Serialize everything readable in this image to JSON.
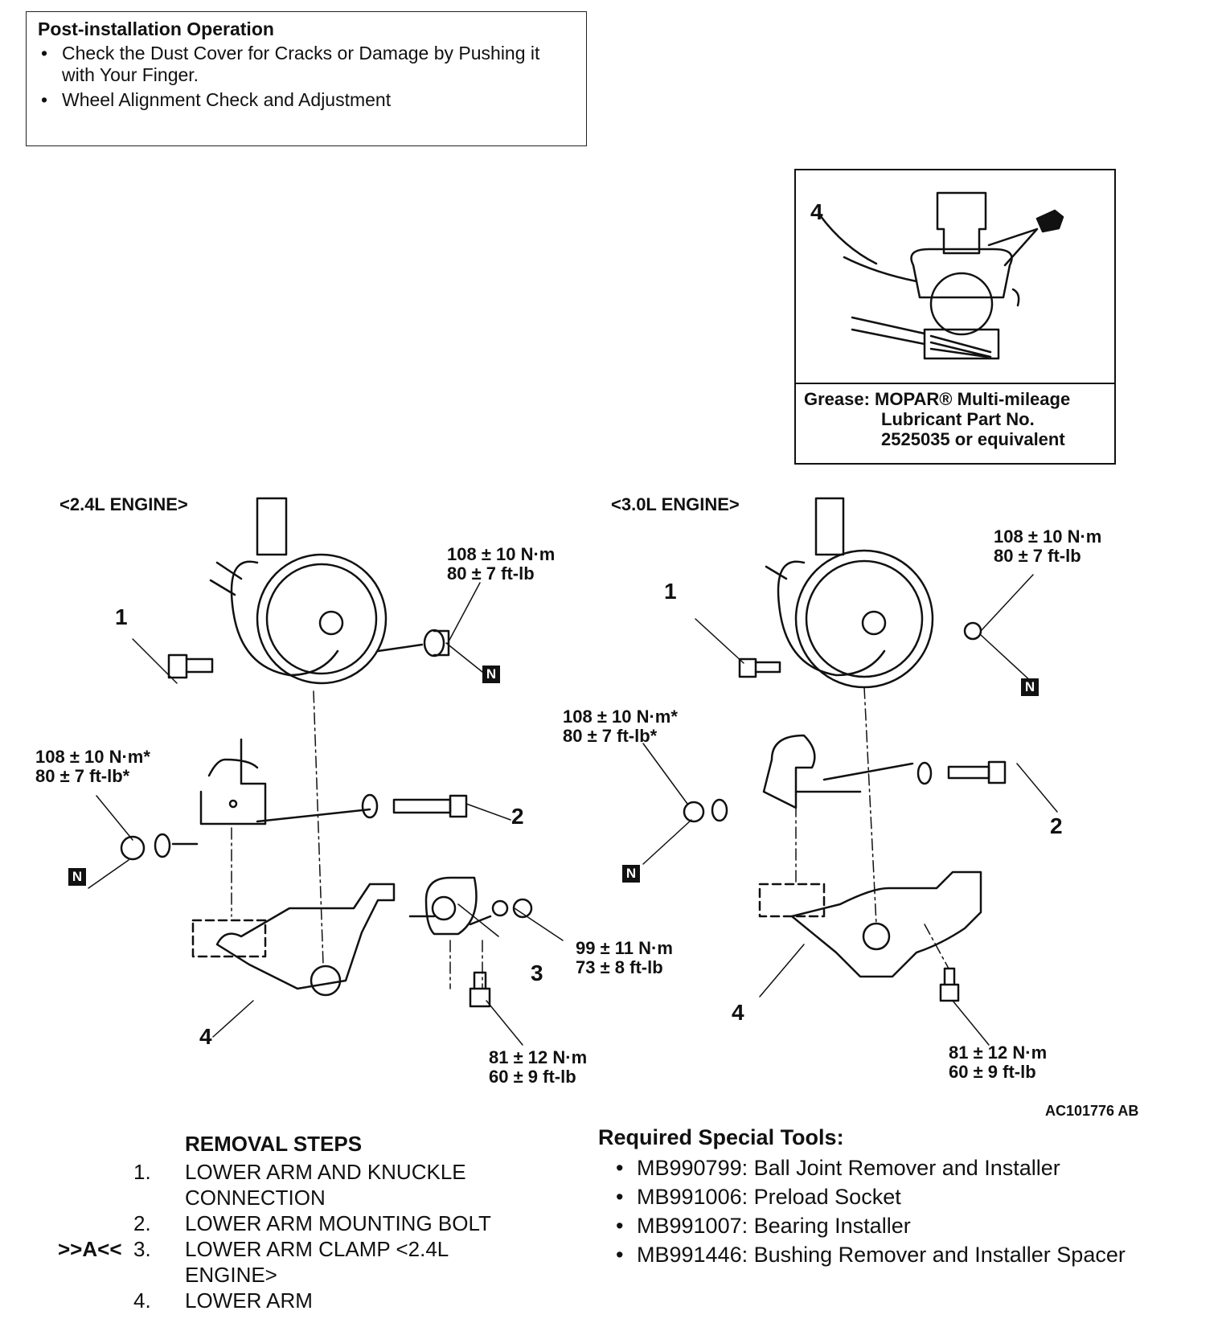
{
  "post_installation": {
    "title": "Post-installation Operation",
    "items": [
      "Check the Dust Cover for Cracks or Damage by Pushing it with Your Finger.",
      "Wheel Alignment Check and Adjustment"
    ]
  },
  "grease_box": {
    "callout": "4",
    "line1": "Grease: MOPAR® Multi-mileage",
    "line2": "Lubricant Part No.",
    "line3": "2525035 or equivalent"
  },
  "left_diagram": {
    "title": "<2.4L ENGINE>",
    "callouts": [
      "1",
      "2",
      "3",
      "4"
    ],
    "torque_top": [
      "108 ± 10 N·m",
      "80 ± 7 ft-lb"
    ],
    "torque_left": [
      "108 ± 10 N·m*",
      "80 ± 7 ft-lb*"
    ],
    "torque_clamp": [
      "99 ± 11 N·m",
      "73 ± 8 ft-lb"
    ],
    "torque_bottom": [
      "81 ± 12 N·m",
      "60 ± 9 ft-lb"
    ],
    "n_mark": "N"
  },
  "right_diagram": {
    "title": "<3.0L ENGINE>",
    "callouts": [
      "1",
      "2",
      "4"
    ],
    "torque_top": [
      "108 ± 10 N·m",
      "80 ± 7 ft-lb"
    ],
    "torque_left": [
      "108 ± 10 N·m*",
      "80 ± 7 ft-lb*"
    ],
    "torque_bottom": [
      "81 ± 12 N·m",
      "60 ± 9 ft-lb"
    ],
    "n_mark": "N"
  },
  "figure_id": "AC101776 AB",
  "removal": {
    "title": "REMOVAL STEPS",
    "steps": [
      {
        "prefix": "",
        "num": "1.",
        "lines": [
          "LOWER ARM AND KNUCKLE",
          "CONNECTION"
        ]
      },
      {
        "prefix": "",
        "num": "2.",
        "lines": [
          "LOWER ARM MOUNTING BOLT"
        ]
      },
      {
        "prefix": ">>A<<",
        "num": "3.",
        "lines": [
          "LOWER ARM CLAMP <2.4L",
          "ENGINE>"
        ]
      },
      {
        "prefix": "",
        "num": "4.",
        "lines": [
          "LOWER ARM"
        ]
      }
    ]
  },
  "tools": {
    "title": "Required Special Tools:",
    "items": [
      "MB990799: Ball Joint Remover and Installer",
      "MB991006: Preload Socket",
      "MB991007: Bearing Installer",
      "MB991446: Bushing Remover and Installer Spacer"
    ]
  }
}
